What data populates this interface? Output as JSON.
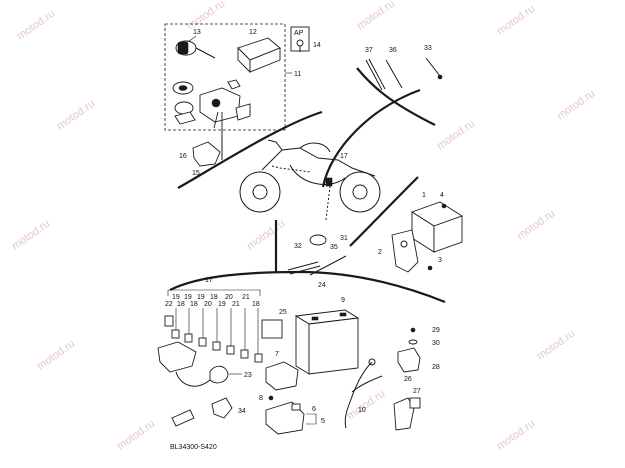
{
  "watermark": {
    "text": "motod.ru",
    "color": "#e6c8c8"
  },
  "diagram_code": "BL34300-S420",
  "ap_box_label": "AP",
  "callouts": {
    "n1": "1",
    "n2": "2",
    "n3": "3",
    "n4": "4",
    "n5": "5",
    "n6": "6",
    "n7": "7",
    "n8": "8",
    "n9": "9",
    "n10": "10",
    "n11": "11",
    "n12": "12",
    "n13": "13",
    "n14": "14",
    "n15": "15",
    "n16": "16",
    "n17": "17",
    "n18": "18",
    "n19": "19",
    "n20": "20",
    "n21": "21",
    "n22": "22",
    "n23": "23",
    "n24": "24",
    "n25": "25",
    "n26": "26",
    "n27": "27",
    "n28": "28",
    "n29": "29",
    "n30": "30",
    "n31": "31",
    "n32": "32",
    "n33": "33",
    "n34": "34",
    "n35": "35",
    "n36": "36",
    "n37": "37"
  }
}
